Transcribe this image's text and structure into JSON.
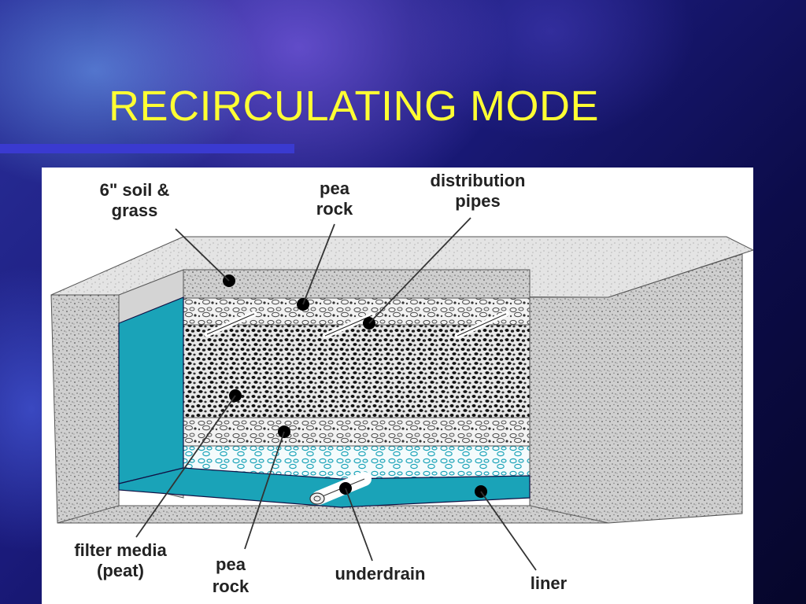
{
  "slide": {
    "title": "RECIRCULATING MODE"
  },
  "diagram": {
    "labels": {
      "soil": [
        "6\" soil &",
        "grass"
      ],
      "pea_rock_top": [
        "pea",
        "rock"
      ],
      "distribution": [
        "distribution",
        "pipes"
      ],
      "filter_media": [
        "filter media",
        "(peat)"
      ],
      "pea_rock_bottom": [
        "pea",
        "rock"
      ],
      "underdrain": [
        "underdrain"
      ],
      "liner": [
        "liner"
      ]
    },
    "colors": {
      "liner": "#1aa3b8",
      "ground": "#c9c9c9",
      "title": "#ffff33"
    }
  }
}
